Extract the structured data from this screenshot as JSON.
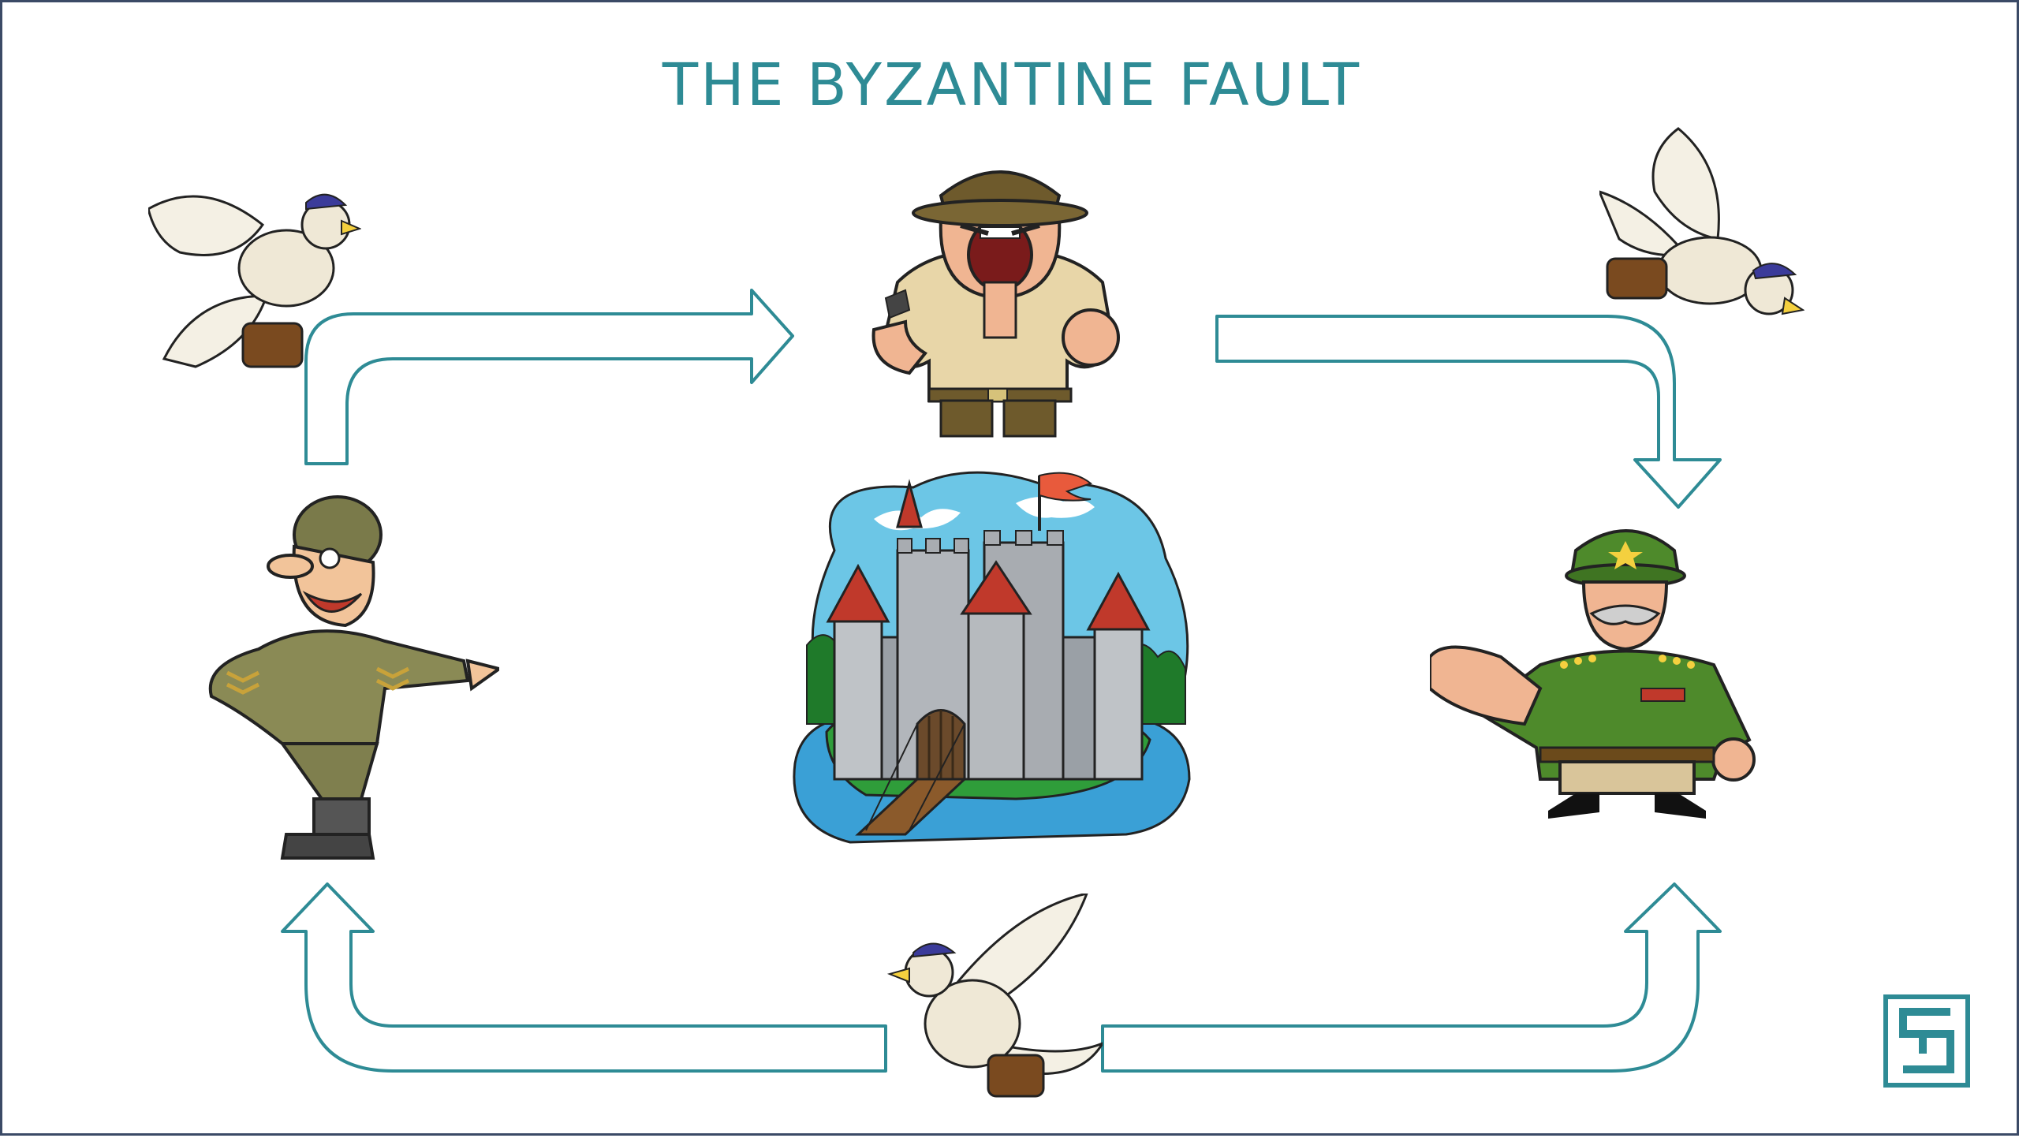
{
  "slide": {
    "title": "THE BYZANTINE FAULT",
    "accent_color": "#2e8b95",
    "border_color": "#3b4a66"
  },
  "figures": [
    {
      "name": "drill-sergeant-general",
      "description_icon": "drill-sergeant-icon"
    },
    {
      "name": "soldier-general",
      "description_icon": "soldier-icon"
    },
    {
      "name": "commander-general",
      "description_icon": "general-icon"
    },
    {
      "name": "castle",
      "description_icon": "castle-icon"
    },
    {
      "name": "messenger-pigeon",
      "description_icon": "pigeon-icon"
    }
  ]
}
